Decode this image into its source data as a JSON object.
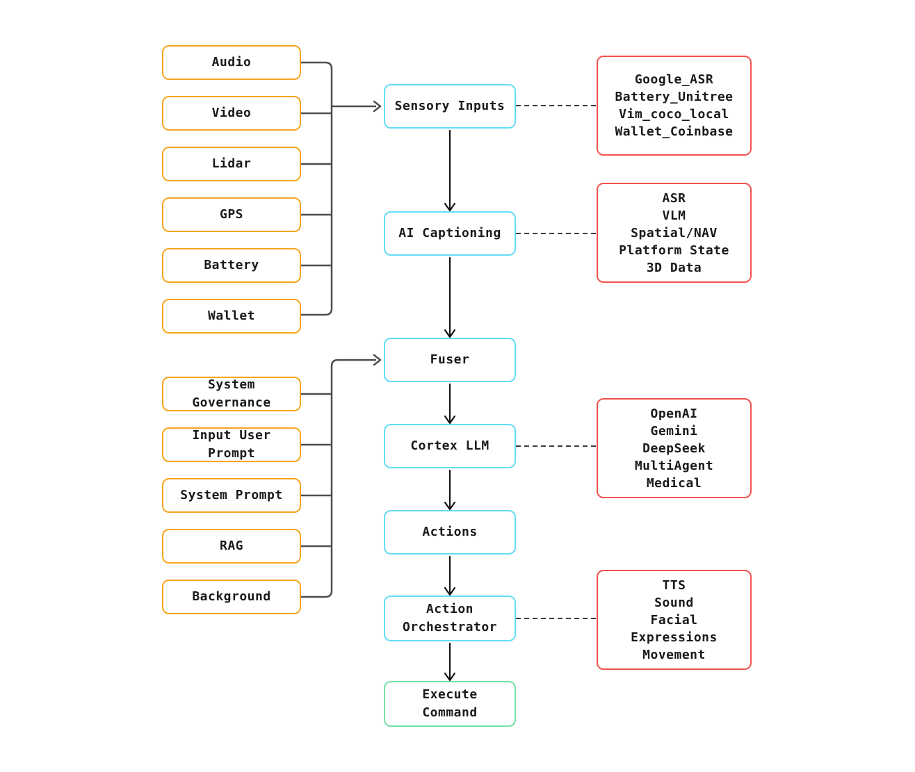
{
  "diagram_title": "",
  "colors": {
    "sensor_box_border": "#F6A51D",
    "pipeline_box_border": "#63DCF7",
    "detail_box_border": "#F2524E",
    "final_box_border": "#74DFA8",
    "wire": "#4D4D4D",
    "flow_arrow": "#141414",
    "dashed_link": "#3D3D3D",
    "text": "#1A1A1A",
    "background": "#FFFFFF"
  },
  "sensor_inputs": {
    "items": [
      {
        "label": "Audio"
      },
      {
        "label": "Video"
      },
      {
        "label": "Lidar"
      },
      {
        "label": "GPS"
      },
      {
        "label": "Battery"
      },
      {
        "label": "Wallet"
      }
    ]
  },
  "context_inputs": {
    "items": [
      {
        "label": "System\nGovernance"
      },
      {
        "label": "Input User\nPrompt"
      },
      {
        "label": "System Prompt"
      },
      {
        "label": "RAG"
      },
      {
        "label": "Background"
      }
    ]
  },
  "pipeline": {
    "sensory_inputs": {
      "label": "Sensory Inputs"
    },
    "ai_captioning": {
      "label": "AI Captioning"
    },
    "fuser": {
      "label": "Fuser"
    },
    "cortex_llm": {
      "label": "Cortex LLM"
    },
    "actions": {
      "label": "Actions"
    },
    "action_orchestrator": {
      "label": "Action\nOrchestrator"
    },
    "execute_command": {
      "label": "Execute\nCommand"
    }
  },
  "detail_panels": {
    "sensory_providers": {
      "lines": "Google_ASR\nBattery_Unitree\nVim_coco_local\nWallet_Coinbase"
    },
    "captioning_outputs": {
      "lines": "ASR\nVLM\nSpatial/NAV\nPlatform State\n3D Data"
    },
    "llm_providers": {
      "lines": "OpenAI\nGemini\nDeepSeek\nMultiAgent\nMedical"
    },
    "orchestrator_outputs": {
      "lines": "TTS\nSound\nFacial\nExpressions\nMovement"
    }
  }
}
